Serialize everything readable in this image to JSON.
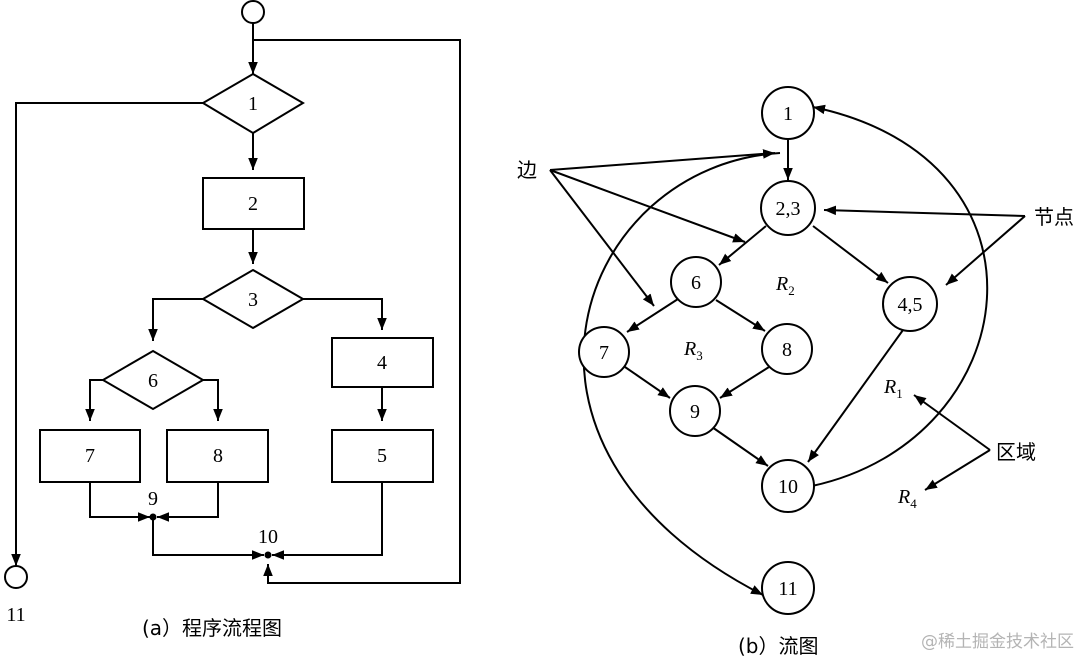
{
  "flowchart": {
    "caption": "(a）程序流程图",
    "nodes": {
      "n1": "1",
      "n2": "2",
      "n3": "3",
      "n4": "4",
      "n5": "5",
      "n6": "6",
      "n7": "7",
      "n8": "8",
      "n9": "9",
      "n10": "10",
      "n11": "11"
    }
  },
  "flowgraph": {
    "caption": "(b）流图",
    "nodes": {
      "n1": "1",
      "n23": "2,3",
      "n6": "6",
      "n45": "4,5",
      "n7": "7",
      "n8": "8",
      "n9": "9",
      "n10": "10",
      "n11": "11"
    },
    "regions": {
      "r1": {
        "letter": "R",
        "sub": "1"
      },
      "r2": {
        "letter": "R",
        "sub": "2"
      },
      "r3": {
        "letter": "R",
        "sub": "3"
      },
      "r4": {
        "letter": "R",
        "sub": "4"
      }
    },
    "callouts": {
      "edge": "边",
      "node": "节点",
      "region": "区域"
    }
  },
  "watermark": "@稀土掘金技术社区"
}
